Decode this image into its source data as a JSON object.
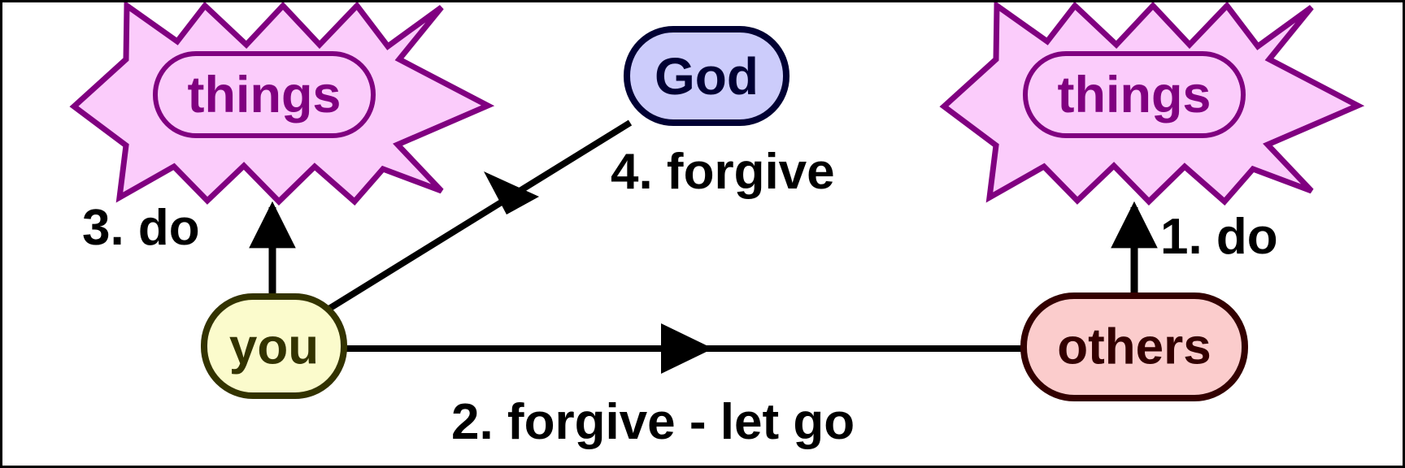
{
  "diagram": {
    "title": "Forgiveness cycle diagram",
    "background": "#ffffff",
    "border_color": "#000000",
    "nodes": [
      {
        "id": "things-left",
        "label": "things",
        "shape": "starburst-with-rounded-rect",
        "fill": "#fbccfb",
        "stroke": "#800080",
        "text_color": "#800080"
      },
      {
        "id": "god",
        "label": "God",
        "shape": "rounded-oval",
        "fill": "#ccccfb",
        "stroke": "#000033",
        "text_color": "#000033"
      },
      {
        "id": "things-right",
        "label": "things",
        "shape": "starburst-with-rounded-rect",
        "fill": "#fbccfb",
        "stroke": "#800080",
        "text_color": "#800080"
      },
      {
        "id": "you",
        "label": "you",
        "shape": "rounded-oval",
        "fill": "#fbfbcc",
        "stroke": "#333300",
        "text_color": "#333300"
      },
      {
        "id": "others",
        "label": "others",
        "shape": "rounded-oval",
        "fill": "#fbcccc",
        "stroke": "#330000",
        "text_color": "#330000"
      }
    ],
    "edges": [
      {
        "id": "edge-1",
        "label": "1. do",
        "from": "others",
        "to": "things-right",
        "direction": "up",
        "color": "#000000"
      },
      {
        "id": "edge-2",
        "label": "2. forgive - let go",
        "from": "you",
        "to": "others",
        "direction": "right",
        "color": "#000000"
      },
      {
        "id": "edge-3",
        "label": "3. do",
        "from": "you",
        "to": "things-left",
        "direction": "up",
        "color": "#000000"
      },
      {
        "id": "edge-4",
        "label": "4. forgive",
        "from": "you",
        "to": "god",
        "direction": "up-left-diagonal",
        "color": "#000000"
      }
    ]
  }
}
